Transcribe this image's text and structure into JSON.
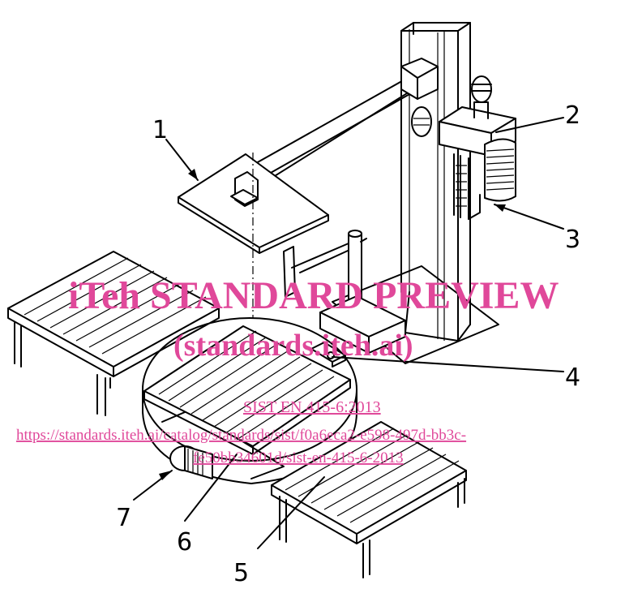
{
  "callouts": [
    "1",
    "2",
    "3",
    "4",
    "5",
    "6",
    "7"
  ],
  "watermark": {
    "line1": "iTeh STANDARD PREVIEW",
    "line2": "(standards.iteh.ai)",
    "line3": "SIST EN 415-6:2013",
    "line4": "https://standards.iteh.ai/catalog/standards/sist/f0a6eca2-e598-497d-bb3c-",
    "line5": "fe50bb34601d/sist-en-415-6-2013"
  },
  "colors": {
    "line": "#000000",
    "watermark": "#e0489a",
    "background": "#ffffff"
  }
}
